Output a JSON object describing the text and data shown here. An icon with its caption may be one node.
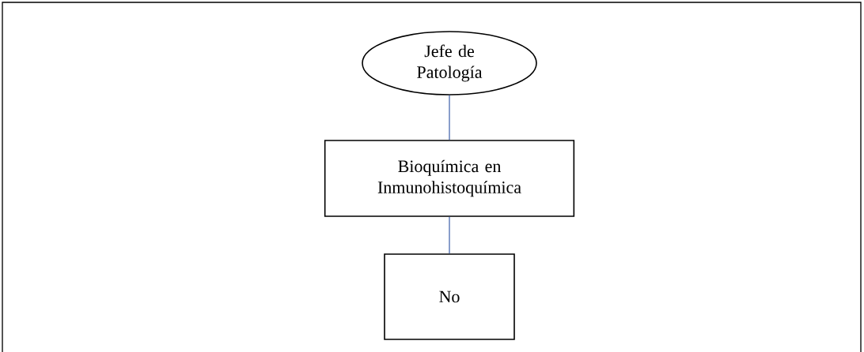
{
  "diagram": {
    "nodes": [
      {
        "text": [
          "Jefe de Patología"
        ]
      },
      {
        "text": [
          "Bioquímica en Inmunohistoquímica"
        ]
      },
      {
        "text": [
          "No"
        ]
      }
    ],
    "edges": [
      {
        "from": 0,
        "to": 1,
        "arrow": "none"
      },
      {
        "from": 1,
        "to": 2,
        "arrow": "none"
      }
    ]
  }
}
